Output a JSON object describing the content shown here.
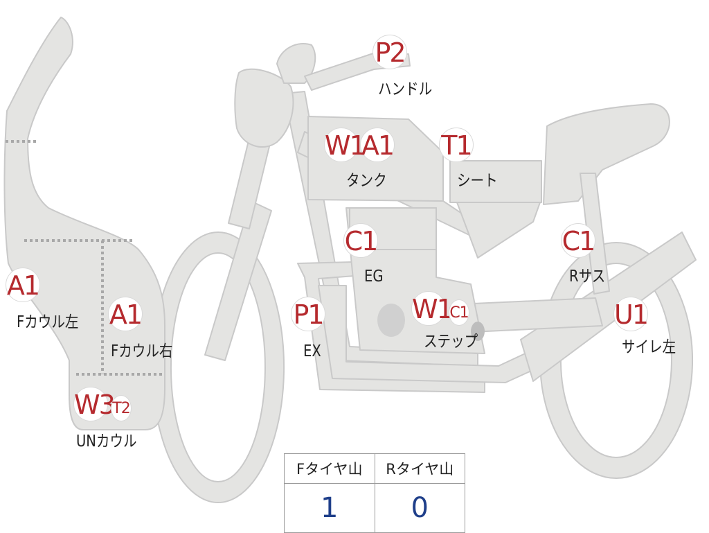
{
  "parts": [
    {
      "id": "f-cowl-left",
      "codes": [
        "A1"
      ],
      "label": "Fカウル左"
    },
    {
      "id": "f-cowl-right",
      "codes": [
        "A1"
      ],
      "label": "Fカウル右"
    },
    {
      "id": "un-cowl",
      "codes": [
        "W3",
        "T2"
      ],
      "label": "UNカウル"
    },
    {
      "id": "handle",
      "codes": [
        "P2"
      ],
      "label": "ハンドル"
    },
    {
      "id": "tank",
      "codes": [
        "W1",
        "A1"
      ],
      "label": "タンク"
    },
    {
      "id": "seat",
      "codes": [
        "T1"
      ],
      "label": "シート"
    },
    {
      "id": "engine",
      "codes": [
        "C1"
      ],
      "label": "EG"
    },
    {
      "id": "exhaust",
      "codes": [
        "P1"
      ],
      "label": "EX"
    },
    {
      "id": "step",
      "codes": [
        "W1",
        "C1"
      ],
      "label": "ステップ"
    },
    {
      "id": "rear-suspension",
      "codes": [
        "C1"
      ],
      "label": "Rサス"
    },
    {
      "id": "silencer-left",
      "codes": [
        "U1"
      ],
      "label": "サイレ左"
    }
  ],
  "tire_table": {
    "headers": [
      "Fタイヤ山",
      "Rタイヤ山"
    ],
    "values": [
      "1",
      "0"
    ]
  },
  "colors": {
    "body_fill": "#e4e4e2",
    "outline": "#cfcfcf",
    "code_red": "#b52a2e",
    "value_blue": "#1f3f8a"
  }
}
